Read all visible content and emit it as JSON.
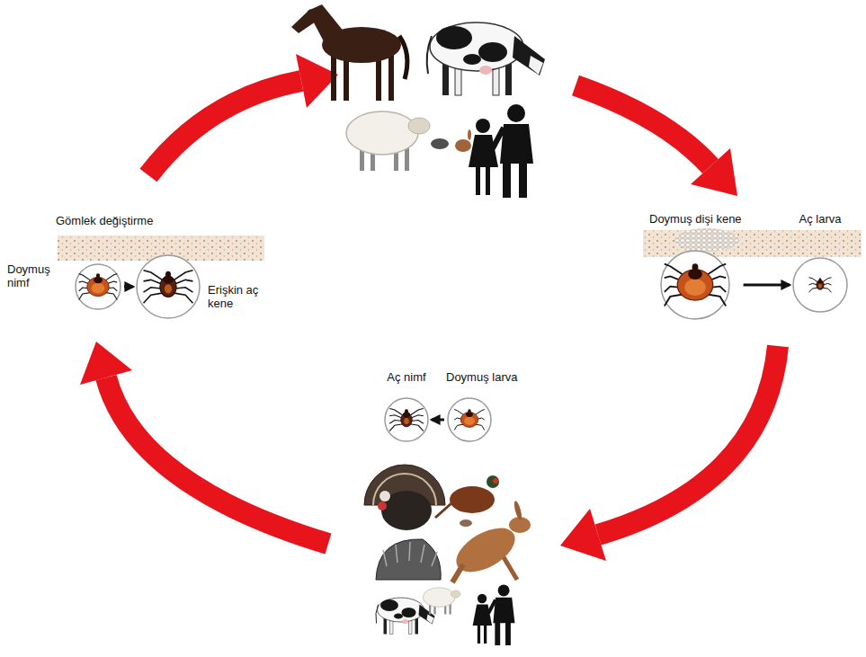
{
  "diagram": {
    "nodes": [
      {
        "text": [
          "Doymuş nimf"
        ]
      },
      {
        "text": [
          "Erişkin aç kene"
        ]
      },
      {
        "text": [
          "Doymuş dişi kene"
        ]
      },
      {
        "text": [
          "Aç larva"
        ]
      },
      {
        "text": [
          "Aç nimf"
        ]
      },
      {
        "text": [
          "Doymuş larva"
        ]
      }
    ],
    "edges": [
      {
        "from": 0,
        "to": 1,
        "arrow": "to"
      },
      {
        "from": 2,
        "to": 3,
        "arrow": "to"
      },
      {
        "from": 5,
        "to": 4,
        "arrow": "to"
      }
    ],
    "labels": [
      "Gömlek değiştirme"
    ]
  }
}
